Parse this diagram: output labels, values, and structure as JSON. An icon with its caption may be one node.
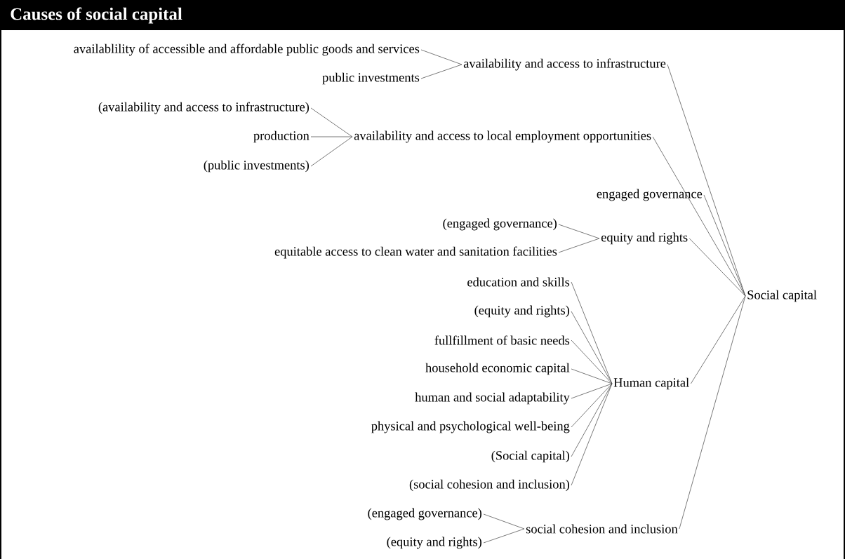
{
  "diagram": {
    "title": "Causes of social capital",
    "nodes": [
      {
        "text": [
          "availablility of accessible and affordable public goods and services"
        ]
      },
      {
        "text": [
          "public investments"
        ]
      },
      {
        "text": [
          "availability and access to infrastructure"
        ]
      },
      {
        "text": [
          "(availability and access to infrastructure)"
        ]
      },
      {
        "text": [
          "production"
        ]
      },
      {
        "text": [
          "(public investments)"
        ]
      },
      {
        "text": [
          "availability and access to local employment opportunities"
        ]
      },
      {
        "text": [
          "engaged governance"
        ]
      },
      {
        "text": [
          "(engaged governance)"
        ]
      },
      {
        "text": [
          "equitable access to clean water and sanitation facilities"
        ]
      },
      {
        "text": [
          "equity and rights"
        ]
      },
      {
        "text": [
          "education and skills"
        ]
      },
      {
        "text": [
          "(equity and rights)"
        ]
      },
      {
        "text": [
          "fullfillment of basic needs"
        ]
      },
      {
        "text": [
          "household economic capital"
        ]
      },
      {
        "text": [
          "human and social adaptability"
        ]
      },
      {
        "text": [
          "physical and psychological well-being"
        ]
      },
      {
        "text": [
          "(Social capital)"
        ]
      },
      {
        "text": [
          "(social cohesion and inclusion)"
        ]
      },
      {
        "text": [
          "Human capital"
        ]
      },
      {
        "text": [
          "(engaged governance)"
        ]
      },
      {
        "text": [
          "(equity and rights)"
        ]
      },
      {
        "text": [
          "social cohesion and inclusion"
        ]
      },
      {
        "text": [
          "Social capital"
        ]
      }
    ],
    "edges": [
      {
        "from": 0,
        "to": 2,
        "arrow": "none"
      },
      {
        "from": 1,
        "to": 2,
        "arrow": "none"
      },
      {
        "from": 3,
        "to": 6,
        "arrow": "none"
      },
      {
        "from": 4,
        "to": 6,
        "arrow": "none"
      },
      {
        "from": 5,
        "to": 6,
        "arrow": "none"
      },
      {
        "from": 8,
        "to": 10,
        "arrow": "none"
      },
      {
        "from": 9,
        "to": 10,
        "arrow": "none"
      },
      {
        "from": 11,
        "to": 19,
        "arrow": "none"
      },
      {
        "from": 12,
        "to": 19,
        "arrow": "none"
      },
      {
        "from": 13,
        "to": 19,
        "arrow": "none"
      },
      {
        "from": 14,
        "to": 19,
        "arrow": "none"
      },
      {
        "from": 15,
        "to": 19,
        "arrow": "none"
      },
      {
        "from": 16,
        "to": 19,
        "arrow": "none"
      },
      {
        "from": 17,
        "to": 19,
        "arrow": "none"
      },
      {
        "from": 18,
        "to": 19,
        "arrow": "none"
      },
      {
        "from": 20,
        "to": 22,
        "arrow": "none"
      },
      {
        "from": 21,
        "to": 22,
        "arrow": "none"
      },
      {
        "from": 2,
        "to": 23,
        "arrow": "none"
      },
      {
        "from": 6,
        "to": 23,
        "arrow": "none"
      },
      {
        "from": 7,
        "to": 23,
        "arrow": "none"
      },
      {
        "from": 10,
        "to": 23,
        "arrow": "none"
      },
      {
        "from": 19,
        "to": 23,
        "arrow": "none"
      },
      {
        "from": 22,
        "to": 23,
        "arrow": "none"
      }
    ]
  }
}
